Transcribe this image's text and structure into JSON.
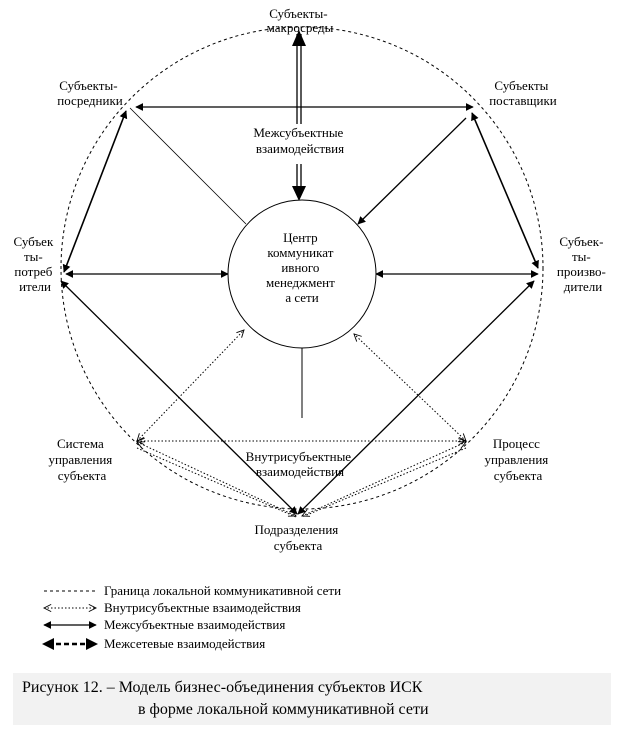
{
  "nodes": {
    "macro": [
      "Субъекты-",
      "макросреды"
    ],
    "intermediaries": [
      "Субъекты-",
      "посредники"
    ],
    "suppliers": [
      "Субъекты",
      "поставщики"
    ],
    "consumers": [
      "Субъек",
      "ты-",
      "потреб",
      "ители"
    ],
    "producers": [
      "Субъек-",
      "ты-",
      "произво-",
      "дители"
    ],
    "center": [
      "Центр",
      "коммуникат",
      "ивного",
      "менеджмент",
      "а сети"
    ],
    "mgmt_system": [
      "Система",
      "управления",
      "субъекта"
    ],
    "mgmt_process": [
      "Процесс",
      "управления",
      "субъекта"
    ],
    "divisions": [
      "Подразделения",
      "субъекта"
    ]
  },
  "labels": {
    "inter_subject": [
      "Межсубъектные",
      "взаимодействия"
    ],
    "intra_subject": [
      "Внутрисубъектные",
      "взаимодействия"
    ]
  },
  "legend": [
    {
      "type": "boundary",
      "text": "Граница локальной коммуникативной сети"
    },
    {
      "type": "intra",
      "text": "Внутрисубъектные взаимодействия"
    },
    {
      "type": "inter",
      "text": "Межсубъектные взаимодействия"
    },
    {
      "type": "network",
      "text": "Межсетевые взаимодействия"
    }
  ],
  "caption": {
    "line1": "Рисунок 12. – Модель бизнес-объединения субъектов ИСК",
    "line2": "в форме локальной коммуникативной сети"
  }
}
